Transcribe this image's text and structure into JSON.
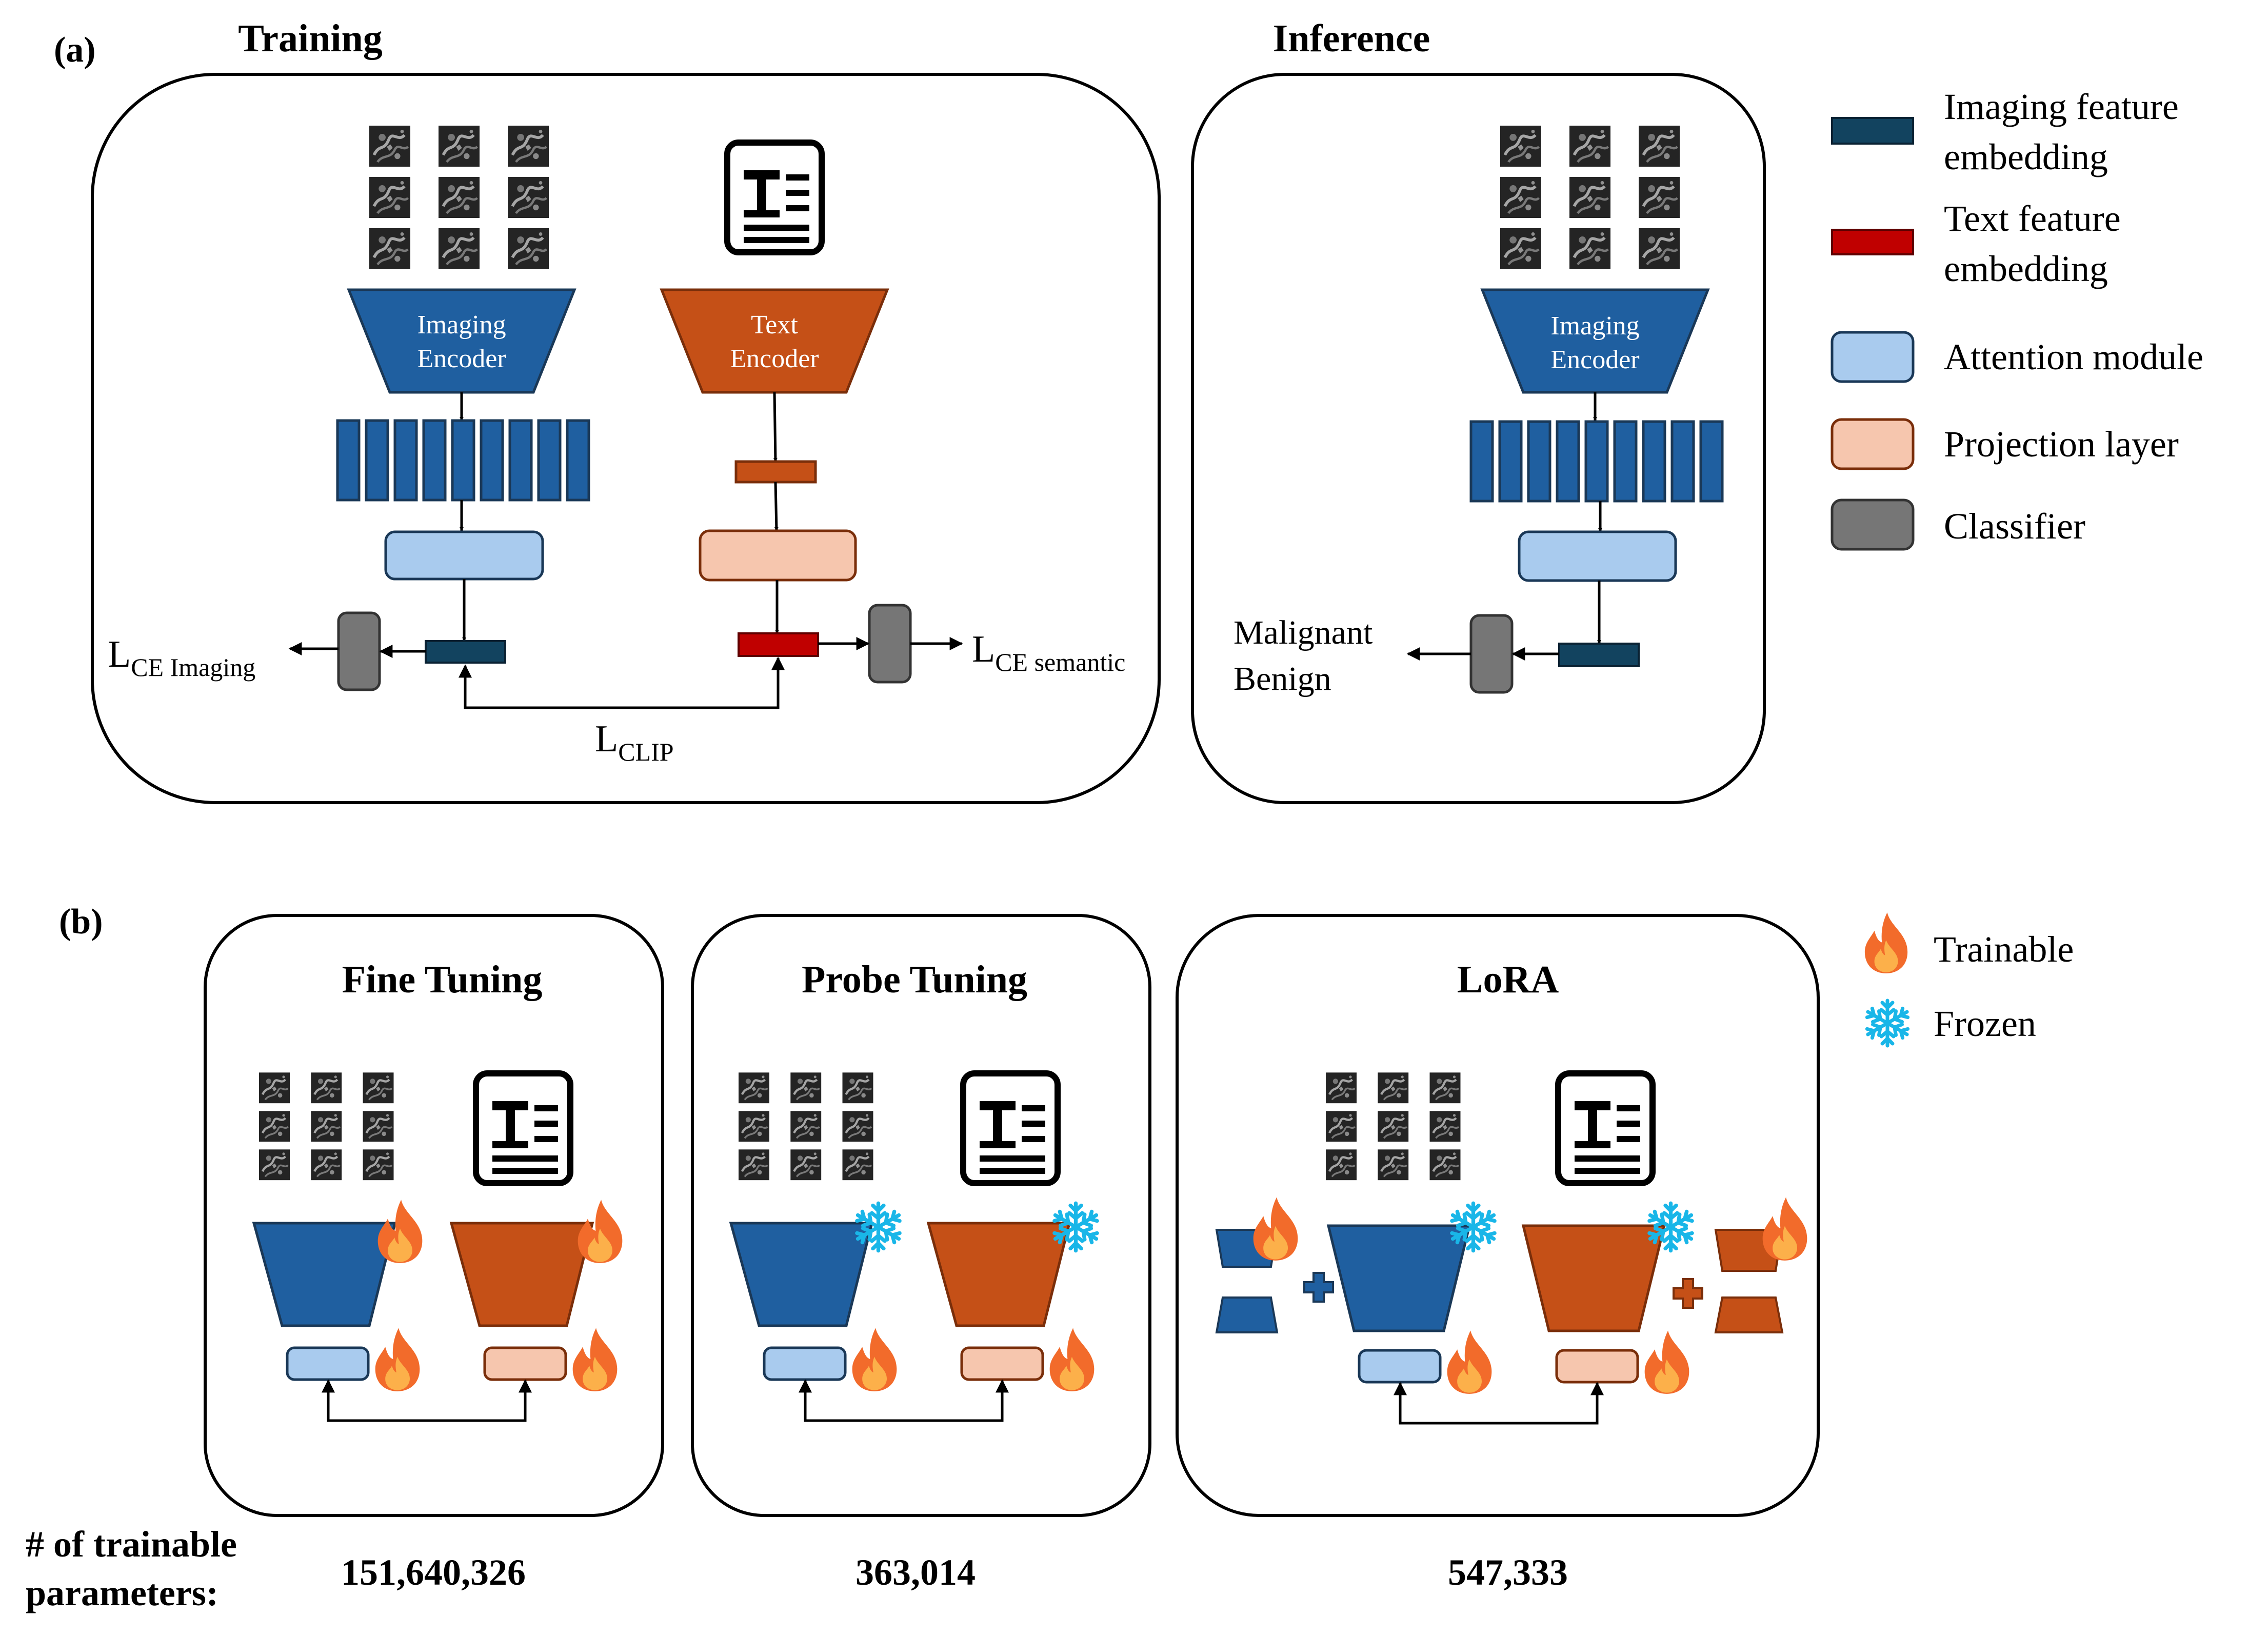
{
  "panel_a": {
    "label": "(a)",
    "training": {
      "title": "Training",
      "imaging_encoder": [
        "Imaging",
        "Encoder"
      ],
      "text_encoder": [
        "Text",
        "Encoder"
      ],
      "loss_ce_imaging": {
        "main": "L",
        "sub": "CE Imaging"
      },
      "loss_ce_semantic": {
        "main": "L",
        "sub": "CE semantic"
      },
      "loss_clip": {
        "main": "L",
        "sub": "CLIP"
      }
    },
    "inference": {
      "title": "Inference",
      "imaging_encoder": [
        "Imaging",
        "Encoder"
      ],
      "output": [
        "Malignant",
        "Benign"
      ]
    },
    "legend": [
      {
        "key": "imaging_embedding",
        "lines": [
          "Imaging feature",
          "embedding"
        ],
        "color": "#12435f"
      },
      {
        "key": "text_embedding",
        "lines": [
          "Text feature",
          "embedding"
        ],
        "color": "#c00000"
      },
      {
        "key": "attention",
        "lines": [
          "Attention module"
        ],
        "color": "#a9cbee"
      },
      {
        "key": "projection",
        "lines": [
          "Projection layer"
        ],
        "color": "#f6c6ae"
      },
      {
        "key": "classifier",
        "lines": [
          "Classifier"
        ],
        "color": "#767676"
      }
    ]
  },
  "panel_b": {
    "label": "(b)",
    "boxes": [
      {
        "title": "Fine Tuning",
        "params": "151,640,326"
      },
      {
        "title": "Probe Tuning",
        "params": "363,014"
      },
      {
        "title": "LoRA",
        "params": "547,333"
      }
    ],
    "legend": [
      {
        "key": "trainable",
        "label": "Trainable"
      },
      {
        "key": "frozen",
        "label": "Frozen"
      }
    ],
    "params_label": [
      "# of trainable",
      "parameters:"
    ]
  },
  "colors": {
    "imaging_encoder": "#1f5fa0",
    "text_encoder": "#c55017",
    "imaging_embedding": "#12435f",
    "text_embedding": "#c00000",
    "attention": "#a9cbee",
    "projection": "#f6c6ae",
    "classifier": "#767676",
    "fire": "#f05a28",
    "snow": "#1ab3e6"
  }
}
